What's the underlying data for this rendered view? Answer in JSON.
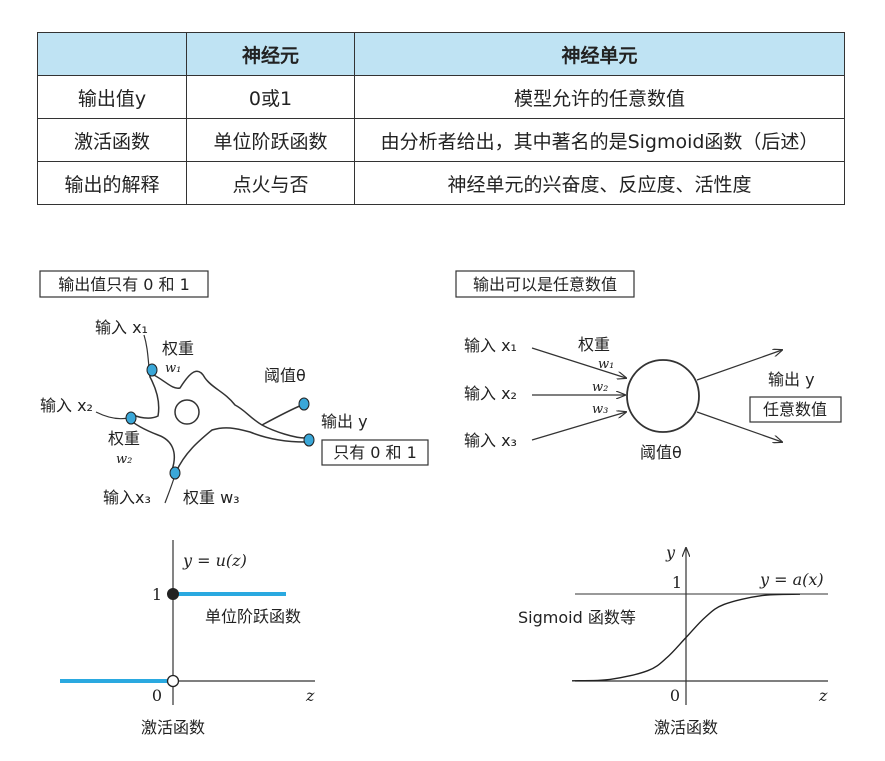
{
  "table": {
    "headers": [
      "",
      "神经元",
      "神经单元"
    ],
    "rows": [
      [
        "输出值y",
        "0或1",
        "模型允许的任意数值"
      ],
      [
        "激活函数",
        "单位阶跃函数",
        "由分析者给出，其中著名的是Sigmoid函数（后述）"
      ],
      [
        "输出的解释",
        "点火与否",
        "神经单元的兴奋度、反应度、活性度"
      ]
    ]
  },
  "left_diagram": {
    "title_box": "输出值只有 0 和 1",
    "input1": "输入 x₁",
    "weight1_label": "权重",
    "weight1_sym": "w₁",
    "input2": "输入 x₂",
    "weight2_label": "权重",
    "weight2_sym": "w₂",
    "input3": "输入x₃",
    "weight3": "权重 w₃",
    "threshold": "阈值θ",
    "output": "输出 y",
    "output_box": "只有 0 和 1"
  },
  "right_diagram": {
    "title_box": "输出可以是任意数值",
    "input1": "输入 x₁",
    "input2": "输入 x₂",
    "input3": "输入 x₃",
    "weight_label": "权重",
    "w1": "w₁",
    "w2": "w₂",
    "w3": "w₃",
    "threshold": "阈值θ",
    "output": "输出 y",
    "output_box": "任意数值"
  },
  "chart_data": [
    {
      "type": "line",
      "title": "",
      "curve_label": "y = u(z)",
      "annotation": "单位阶跃函数",
      "xlabel": "z",
      "ylabel": "",
      "caption": "激活函数",
      "y_ticks": [
        "1"
      ],
      "origin_label": "0",
      "series": [
        {
          "x": [
            -1,
            0
          ],
          "y": [
            0,
            0
          ]
        },
        {
          "x": [
            0,
            1
          ],
          "y": [
            1,
            1
          ]
        }
      ],
      "colors": {
        "line": "#2aa9e0",
        "axis": "#333333"
      }
    },
    {
      "type": "line",
      "title": "",
      "curve_label": "y = a(x)",
      "annotation": "Sigmoid 函数等",
      "xlabel": "z",
      "ylabel": "y",
      "caption": "激活函数",
      "y_ticks": [
        "1"
      ],
      "origin_label": "0",
      "series": [
        {
          "x": [
            -6,
            -4,
            -2,
            -1,
            0,
            1,
            2,
            4,
            6
          ],
          "y": [
            0.0025,
            0.018,
            0.12,
            0.27,
            0.5,
            0.73,
            0.88,
            0.982,
            0.9975
          ]
        }
      ],
      "colors": {
        "line": "#222222",
        "axis": "#333333"
      }
    }
  ],
  "colors": {
    "header_bg": "#bfe3f3",
    "accent": "#2aa9e0",
    "synapse": "#3aa7d8"
  }
}
